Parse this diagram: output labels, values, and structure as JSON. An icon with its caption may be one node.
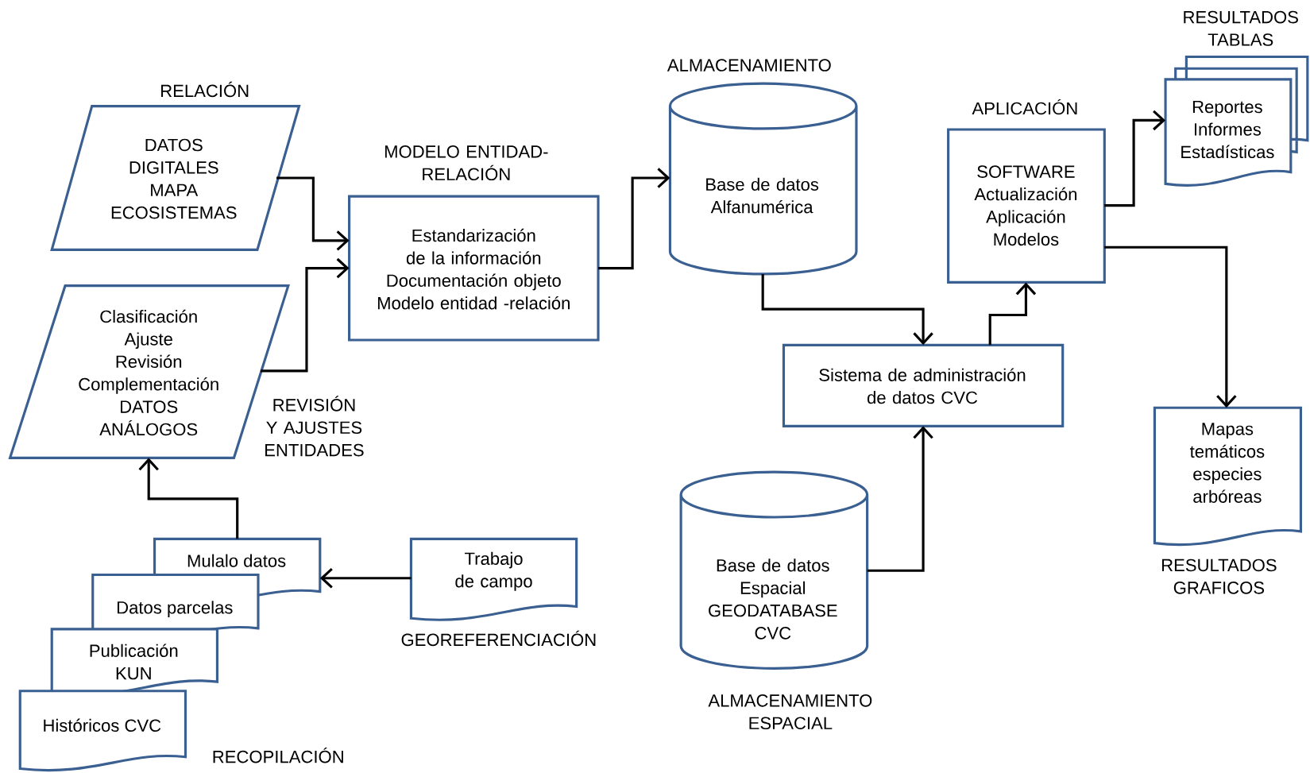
{
  "diagram": {
    "nodes": [
      {
        "text": [
          "RELACIÓN",
          "DATOS DIGITALES MAPA ECOSISTEMAS"
        ]
      },
      {
        "text": [
          "Clasificación Ajuste Revisión Complementación DATOS ANÁLOGOS"
        ],
        "beside": [
          "REVISIÓN Y AJUSTES ENTIDADES"
        ]
      },
      {
        "text": [
          "MODELO ENTIDAD- RELACIÓN",
          "Estandarización de la información Documentación objeto Modelo entidad -relación"
        ]
      },
      {
        "text": [
          "ALMACENAMIENTO",
          "Base de datos Alfanumérica"
        ]
      },
      {
        "text": [
          "APLICACIÓN",
          "SOFTWARE Actualización Aplicación Modelos"
        ]
      },
      {
        "text": [
          "RESULTADOS TABLAS",
          "Reportes Informes Estadísticas"
        ]
      },
      {
        "text": [
          "Sistema de administración de datos CVC"
        ]
      },
      {
        "text": [
          "Mapas temáticos especies arbóreas"
        ],
        "beside": [
          "RESULTADOS GRAFICOS"
        ]
      },
      {
        "text": [
          "Base de datos Espacial GEODATABASE CVC",
          "ALMACENAMIENTO ESPACIAL"
        ]
      },
      {
        "text": [
          "Mulalo datos"
        ]
      },
      {
        "text": [
          "Datos parcelas"
        ]
      },
      {
        "text": [
          "Publicación KUN"
        ]
      },
      {
        "text": [
          "Históricos CVC"
        ]
      },
      {
        "text": [
          "Trabajo de campo"
        ],
        "beside": [
          "GEOREFERENCIACIÓN"
        ]
      }
    ],
    "edges": [
      {
        "from": 0,
        "to": 2,
        "arrow": "to"
      },
      {
        "from": 1,
        "to": 2,
        "arrow": "to"
      },
      {
        "from": 2,
        "to": 3,
        "arrow": "to"
      },
      {
        "from": 3,
        "to": 6,
        "arrow": "to"
      },
      {
        "from": 6,
        "to": 4,
        "arrow": "to"
      },
      {
        "from": 4,
        "to": 5,
        "arrow": "to"
      },
      {
        "from": 4,
        "to": 7,
        "arrow": "to"
      },
      {
        "from": 8,
        "to": 6,
        "arrow": "to"
      },
      {
        "from": 9,
        "to": 1,
        "arrow": "to"
      },
      {
        "from": 13,
        "to": 9,
        "arrow": "to"
      }
    ],
    "labels": [
      "RECOPILACIÓN"
    ]
  }
}
